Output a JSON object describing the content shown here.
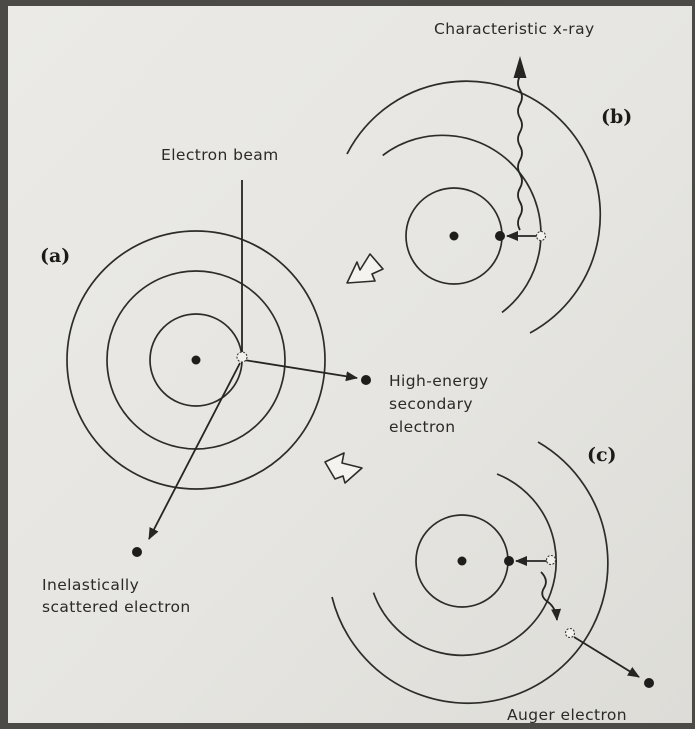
{
  "labels": {
    "electron_beam": "Electron beam",
    "characteristic_xray": "Characteristic x-ray",
    "high_energy": "High-energy",
    "secondary": "secondary",
    "electron": "electron",
    "inelastically": "Inelastically",
    "scattered_electron": "scattered electron",
    "auger_electron": "Auger electron"
  },
  "panels": {
    "a": "(a)",
    "b": "(b)",
    "c": "(c)"
  }
}
